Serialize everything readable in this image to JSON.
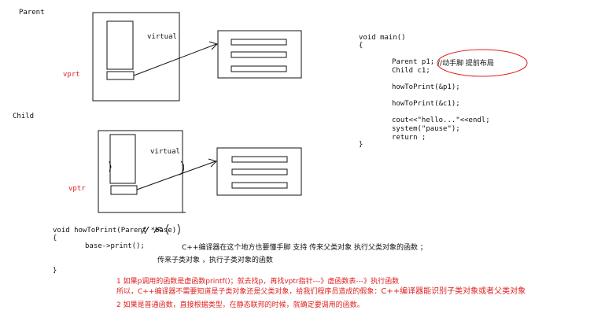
{
  "labels": {
    "parent": "Parent",
    "child": "Child",
    "virtual_parent": "virtual",
    "virtual_child": "virtual",
    "vprt": "vprt",
    "vptr": "vptr"
  },
  "main_code": {
    "line1": "void main()",
    "line2": "{",
    "line3_code": "Parent p1;",
    "line3_comment": "//动手脚  提前布局",
    "line4": "Child c1;",
    "line5": "howToPrint(&p1);",
    "line6": "howToPrint(&c1);",
    "line7": "cout<<\"hello...\"<<endl;",
    "line8": "system(\"pause\");",
    "line9": "return ;",
    "line10": "}"
  },
  "func_code": {
    "line1_pre": "void howToPrint(Parent ",
    "line1_arg": "*base)",
    "line2": "{",
    "line3_code": "base->print();",
    "line3_comment": "C++编译器在这个地方也要懂手脚 支持 传来父类对象 执行父类对象的函数 ；",
    "line4": "传来子类对象 ，执行子类对象的函数",
    "line5": "}"
  },
  "notes": {
    "line1": "1 如果p调用的函数是虚函数printf()；就去找p，再找vptr指针---》虚函数表---》执行函数",
    "line2_a": "所以，C++编译器不需要知道是子类对象还是父类对象，给我们程序员造成的假象：",
    "line2_b": "C++编译器能识别子类对象或者父类对象",
    "line3": "2 如果是普通函数，直接根据类型，在静态联邦的时候，就确定要调用的函数。"
  },
  "colors": {
    "red": "#e02020",
    "line": "#111111"
  }
}
